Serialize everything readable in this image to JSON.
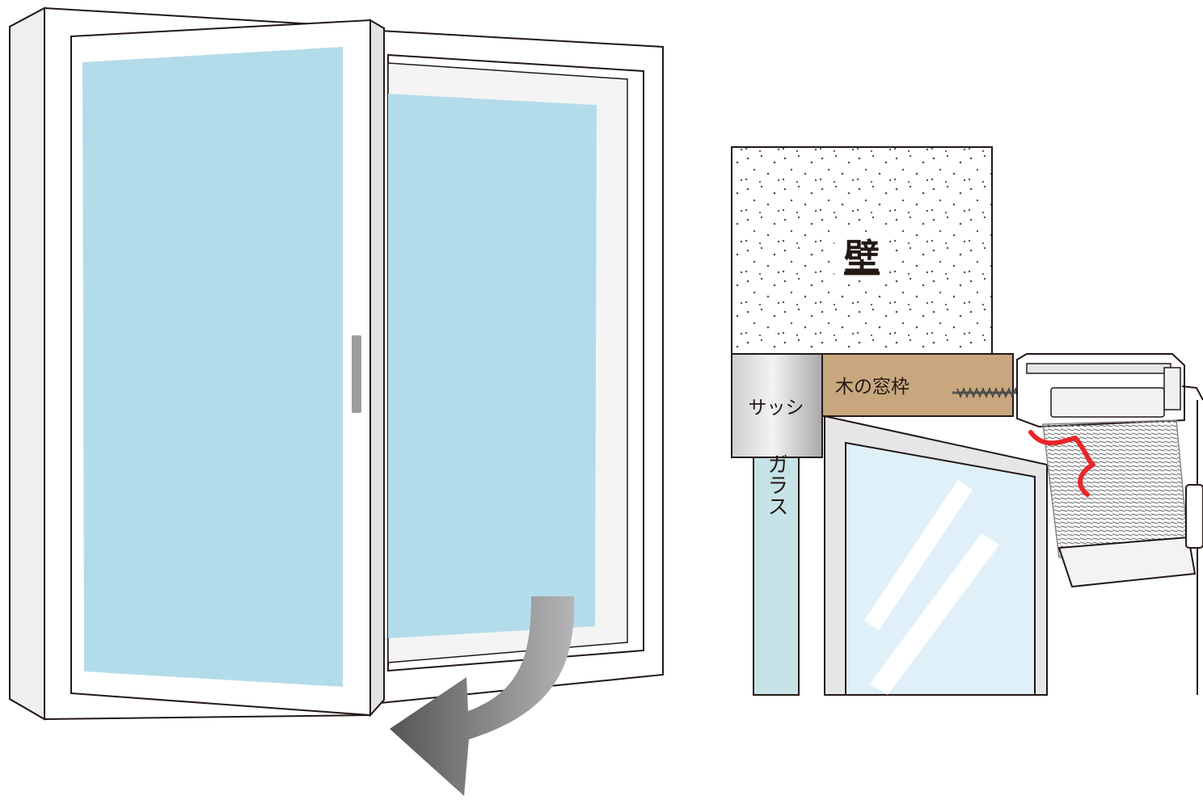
{
  "labels": {
    "wall": "壁",
    "wood_frame": "木の窓枠",
    "sash": "サッシ",
    "glass": "ガラス"
  },
  "colors": {
    "glass": "#b3dcea",
    "glass_section": "#c6e3e8",
    "open_pane_glass": "#e0f0f8",
    "wood": "#c8a77e",
    "sash_metal": "#d8d8da",
    "warning_mark": "#e8262a",
    "arrow_gray": "#8a8a8c",
    "outline": "#231815"
  },
  "icons": {
    "swing_arrow": "curved-arrow-icon",
    "screw": "screw-icon",
    "warning": "red-squiggle-icon"
  }
}
